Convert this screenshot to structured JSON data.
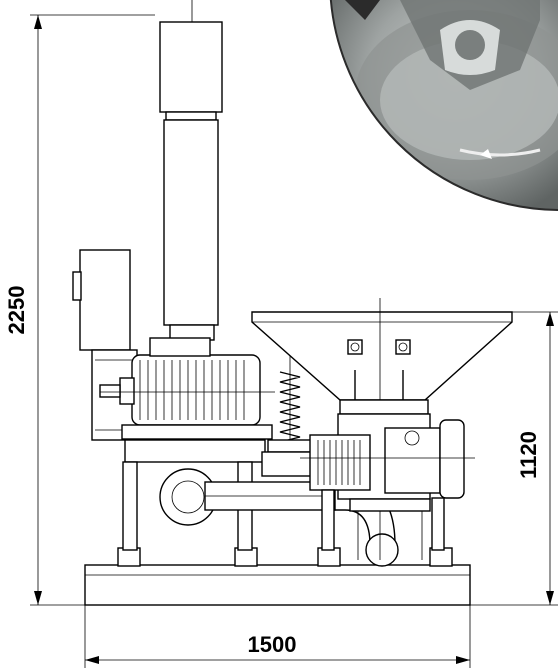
{
  "dimensions": {
    "height_total": "2250",
    "height_hopper": "1120",
    "width_total": "1500"
  },
  "colors": {
    "line": "#000000",
    "background": "#ffffff",
    "photo_dark": "#2b2b2b",
    "photo_mid": "#8e9392",
    "photo_light": "#c9cdcc"
  }
}
